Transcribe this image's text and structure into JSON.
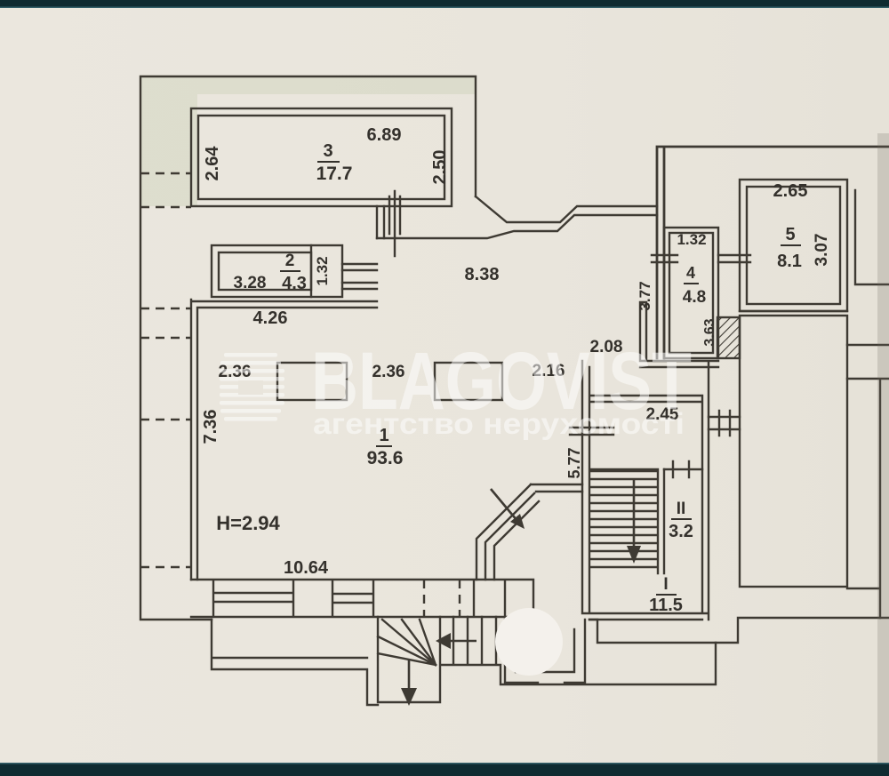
{
  "page": {
    "top_bar_color": "#0f2b31",
    "paper_color": "#eae6dd",
    "line_color": "#3e3a33"
  },
  "watermark": {
    "brand": "BLAGOVIST",
    "tagline": "агентство нерухомості"
  },
  "plan": {
    "height_note": "H=2.94",
    "rooms": [
      {
        "number": "3",
        "area": "17.7"
      },
      {
        "number": "2",
        "area": "4.3"
      },
      {
        "number": "1",
        "area": "93.6"
      },
      {
        "number": "4",
        "area": "4.8"
      },
      {
        "number": "5",
        "area": "8.1"
      },
      {
        "number": "II",
        "area": "3.2"
      },
      {
        "number": "I",
        "area": "11.5"
      }
    ],
    "dims": {
      "room3_top": "6.89",
      "room3_left": "2.64",
      "room3_right": "2.50",
      "room2_left": "3.28",
      "room2_right": "1.32",
      "under_room2": "4.26",
      "room1_top": "8.38",
      "room1_left": "7.36",
      "room1_bottom": "10.64",
      "pier_left": "2.36",
      "pier_mid": "2.36",
      "pier_right": "2.16",
      "niche": "2.08",
      "vestibule": "5.77",
      "stair_top": "2.45",
      "corridor4": "3.77",
      "room4_top": "1.32",
      "room4_right": "3.63",
      "room5_top": "2.65",
      "room5_right": "3.07"
    }
  }
}
